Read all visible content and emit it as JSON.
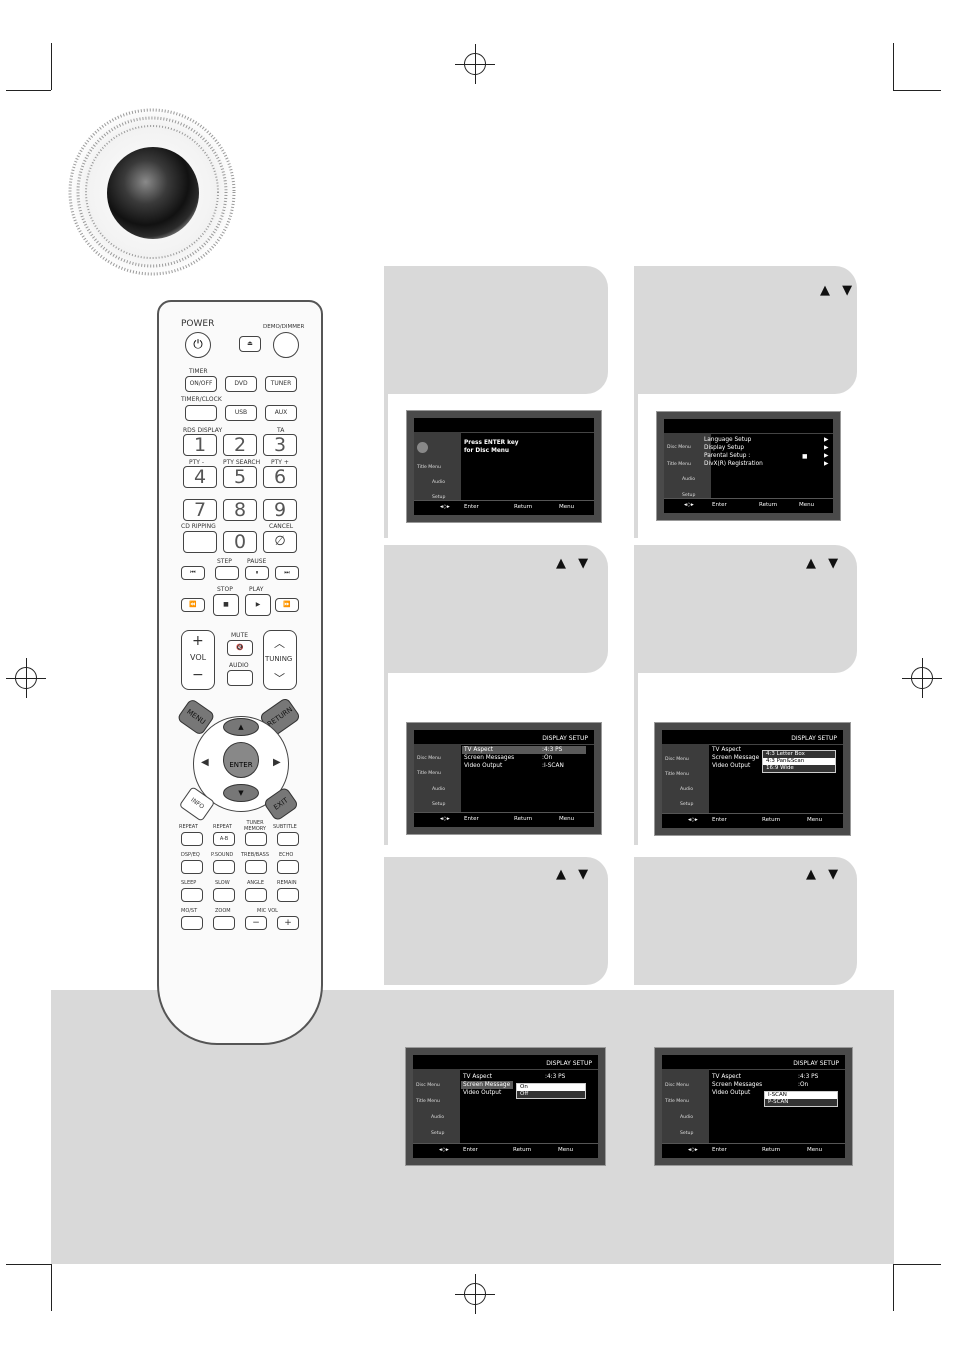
{
  "remote": {
    "power": "POWER",
    "demo_dimmer": "DEMO/DIMMER",
    "timer": "TIMER",
    "timer_onoff": "ON/OFF",
    "dvd": "DVD",
    "tuner": "TUNER",
    "timer_clock": "TIMER/CLOCK",
    "usb": "USB",
    "aux": "AUX",
    "rds_display": "RDS DISPLAY",
    "ta": "TA",
    "pty_minus": "PTY -",
    "pty_search": "PTY SEARCH",
    "pty_plus": "PTY +",
    "cd_ripping": "CD RIPPING",
    "cancel": "CANCEL",
    "step": "STEP",
    "pause": "PAUSE",
    "stop": "STOP",
    "play": "PLAY",
    "mute": "MUTE",
    "vol": "VOL",
    "audio": "AUDIO",
    "tuning": "TUNING",
    "menu": "MENU",
    "return": "RETURN",
    "enter": "ENTER",
    "info": "INFO",
    "exit": "EXIT",
    "digits": [
      "1",
      "2",
      "3",
      "4",
      "5",
      "6",
      "7",
      "8",
      "9",
      "0"
    ],
    "row1": [
      "REPEAT",
      "REPEAT",
      "TUNER MEMORY",
      "SUBTITLE"
    ],
    "row1_sub": "A-B",
    "row2": [
      "DSP/EQ",
      "P.SOUND",
      "TREB/BASS",
      "ECHO"
    ],
    "row3": [
      "SLEEP",
      "SLOW",
      "ANGLE",
      "REMAIN"
    ],
    "row4": [
      "MO/ST",
      "ZOOM",
      "MIC VOL"
    ],
    "minus": "−",
    "plus": "+"
  },
  "screens": {
    "side_disc": "Disc Menu",
    "side_title": "Title Menu",
    "side_audio": "Audio",
    "side_setup": "Setup",
    "enter": "Enter",
    "return": "Return",
    "menu": "Menu",
    "display_setup": "DISPLAY SETUP",
    "s1_line1": "Press ENTER key",
    "s1_line2": "for Disc Menu",
    "s2_items": [
      "Language Setup",
      "Display Setup",
      "Parental Setup :",
      "DivX(R) Registration"
    ],
    "tv_aspect": "TV Aspect",
    "screen_messages": "Screen Messages",
    "screen_message": "Screen Message",
    "video_output": "Video Output",
    "val_aspect": ":4:3 PS",
    "val_msg": ":On",
    "val_video": ":I-SCAN",
    "aspect_options": [
      "4:3 Letter Box",
      "4:3 Pan&Scan",
      "16:9 Wide"
    ],
    "msg_options": [
      "On",
      "Off"
    ],
    "video_options": [
      "I-SCAN",
      "P-SCAN"
    ]
  },
  "steps": {
    "arrows": "▲ ▼"
  }
}
